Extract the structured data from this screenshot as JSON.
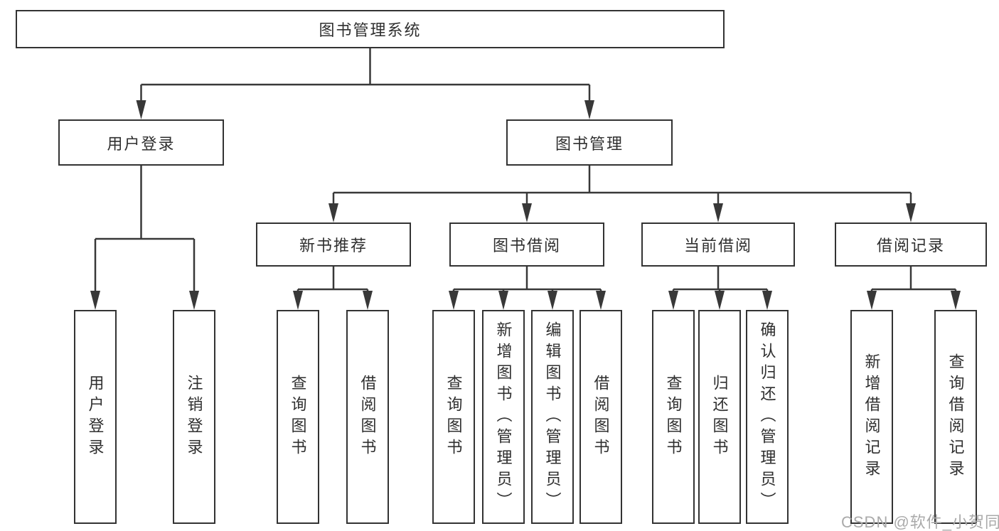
{
  "diagram_title": "图书管理系统",
  "tree": {
    "label": "图书管理系统",
    "children": [
      {
        "label": "用户登录",
        "children": [
          {
            "label": "用户登录"
          },
          {
            "label": "注销登录"
          }
        ]
      },
      {
        "label": "图书管理",
        "children": [
          {
            "label": "新书推荐",
            "children": [
              {
                "label": "查询图书"
              },
              {
                "label": "借阅图书"
              }
            ]
          },
          {
            "label": "图书借阅",
            "children": [
              {
                "label": "查询图书"
              },
              {
                "label": "新增图书（管理员）"
              },
              {
                "label": "编辑图书（管理员）"
              },
              {
                "label": "借阅图书"
              }
            ]
          },
          {
            "label": "当前借阅",
            "children": [
              {
                "label": "查询图书"
              },
              {
                "label": "归还图书"
              },
              {
                "label": "确认归还（管理员）"
              }
            ]
          },
          {
            "label": "借阅记录",
            "children": [
              {
                "label": "新增借阅记录"
              },
              {
                "label": "查询借阅记录"
              }
            ]
          }
        ]
      }
    ]
  },
  "colors": {
    "line": "#383838",
    "border": "#333333",
    "text": "#2f2f2f",
    "watermark": "#aaaaaa"
  },
  "watermark": "CSDN @软件_小贺同学"
}
